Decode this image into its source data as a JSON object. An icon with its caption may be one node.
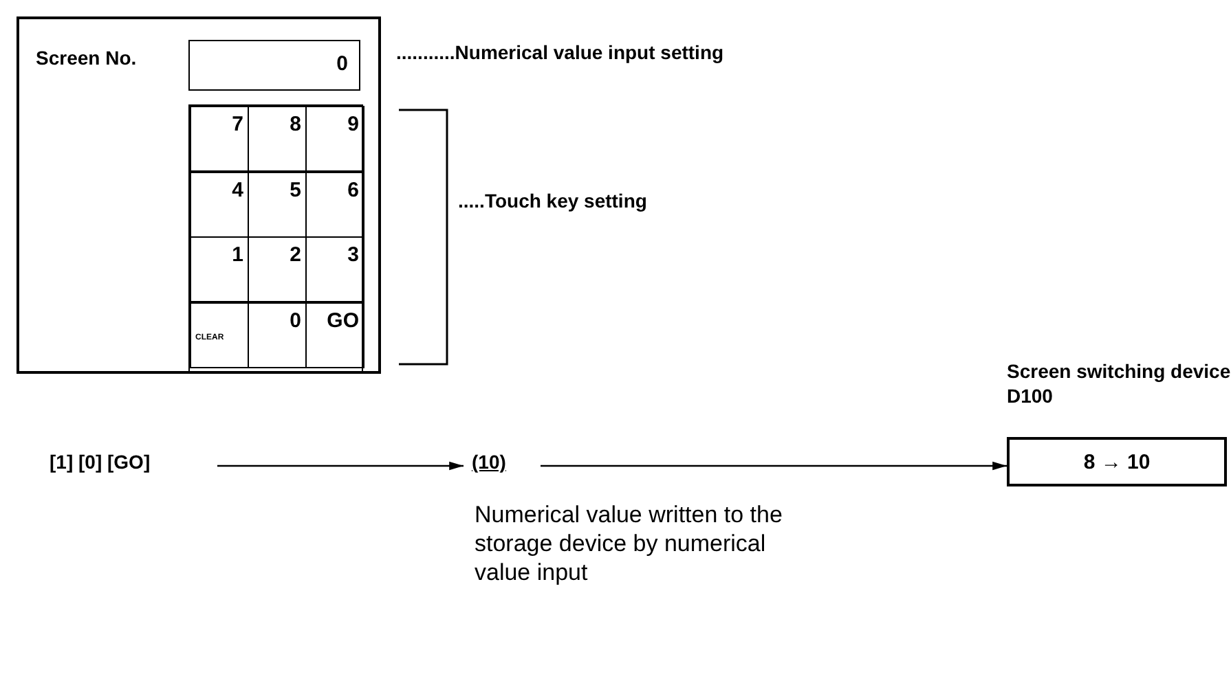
{
  "diagram": {
    "nodes": [
      {
        "text": [],
        "shape": "box"
      },
      {
        "text": [
          "0"
        ],
        "in": 0
      },
      {
        "text": [],
        "shape": "box",
        "in": 0
      },
      {
        "text": [
          "7"
        ],
        "in": 2
      },
      {
        "text": [
          "8"
        ],
        "in": 2
      },
      {
        "text": [
          "9"
        ],
        "in": 2
      },
      {
        "text": [
          "4"
        ],
        "in": 2
      },
      {
        "text": [
          "5"
        ],
        "in": 2
      },
      {
        "text": [
          "6"
        ],
        "in": 2
      },
      {
        "text": [
          "1"
        ],
        "in": 2
      },
      {
        "text": [
          "2"
        ],
        "in": 2
      },
      {
        "text": [
          "3"
        ],
        "in": 2
      },
      {
        "text": [
          "CLEAR"
        ],
        "in": 2
      },
      {
        "text": [
          "0"
        ],
        "in": 2
      },
      {
        "text": [
          "GO"
        ],
        "in": 2
      },
      {
        "text": [
          "[1] [0] [GO]"
        ]
      },
      {
        "text": [
          "(10)"
        ],
        "beside": [
          "Numerical value written to the storage device by numerical value input"
        ]
      },
      {
        "text": [
          "Screen switching device",
          "D100",
          "8 → 10"
        ]
      }
    ],
    "edges": [
      {
        "from": 15,
        "to": 16,
        "arrow": "to"
      },
      {
        "from": 16,
        "to": 17,
        "arrow": "to"
      }
    ],
    "labels": [
      "Screen No.",
      "...........Numerical value input setting",
      ".....Touch key setting"
    ]
  }
}
